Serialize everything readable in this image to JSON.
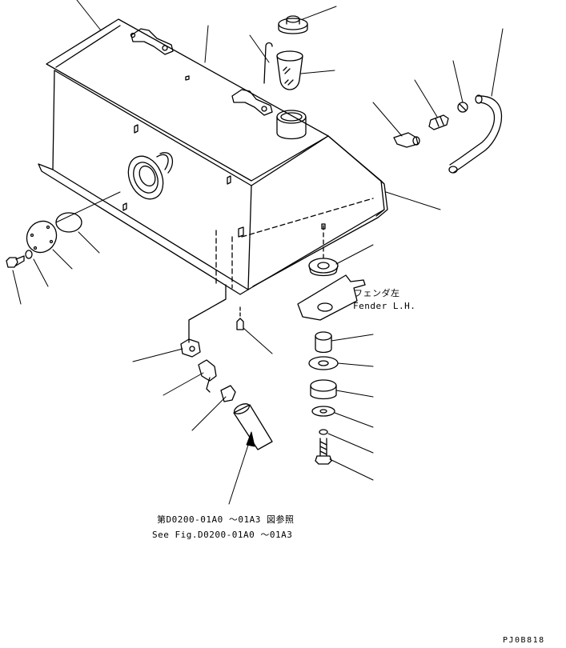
{
  "labels": {
    "fender_jp": "フェンダ左",
    "fender_en": "Fender L.H.",
    "reference_jp": "第D0200-01A0 ～01A3 図参照",
    "reference_en": "See Fig.D0200-01A0 ～01A3",
    "drawing_code": "PJ0B818"
  },
  "colors": {
    "line": "#000000",
    "background": "#ffffff"
  }
}
